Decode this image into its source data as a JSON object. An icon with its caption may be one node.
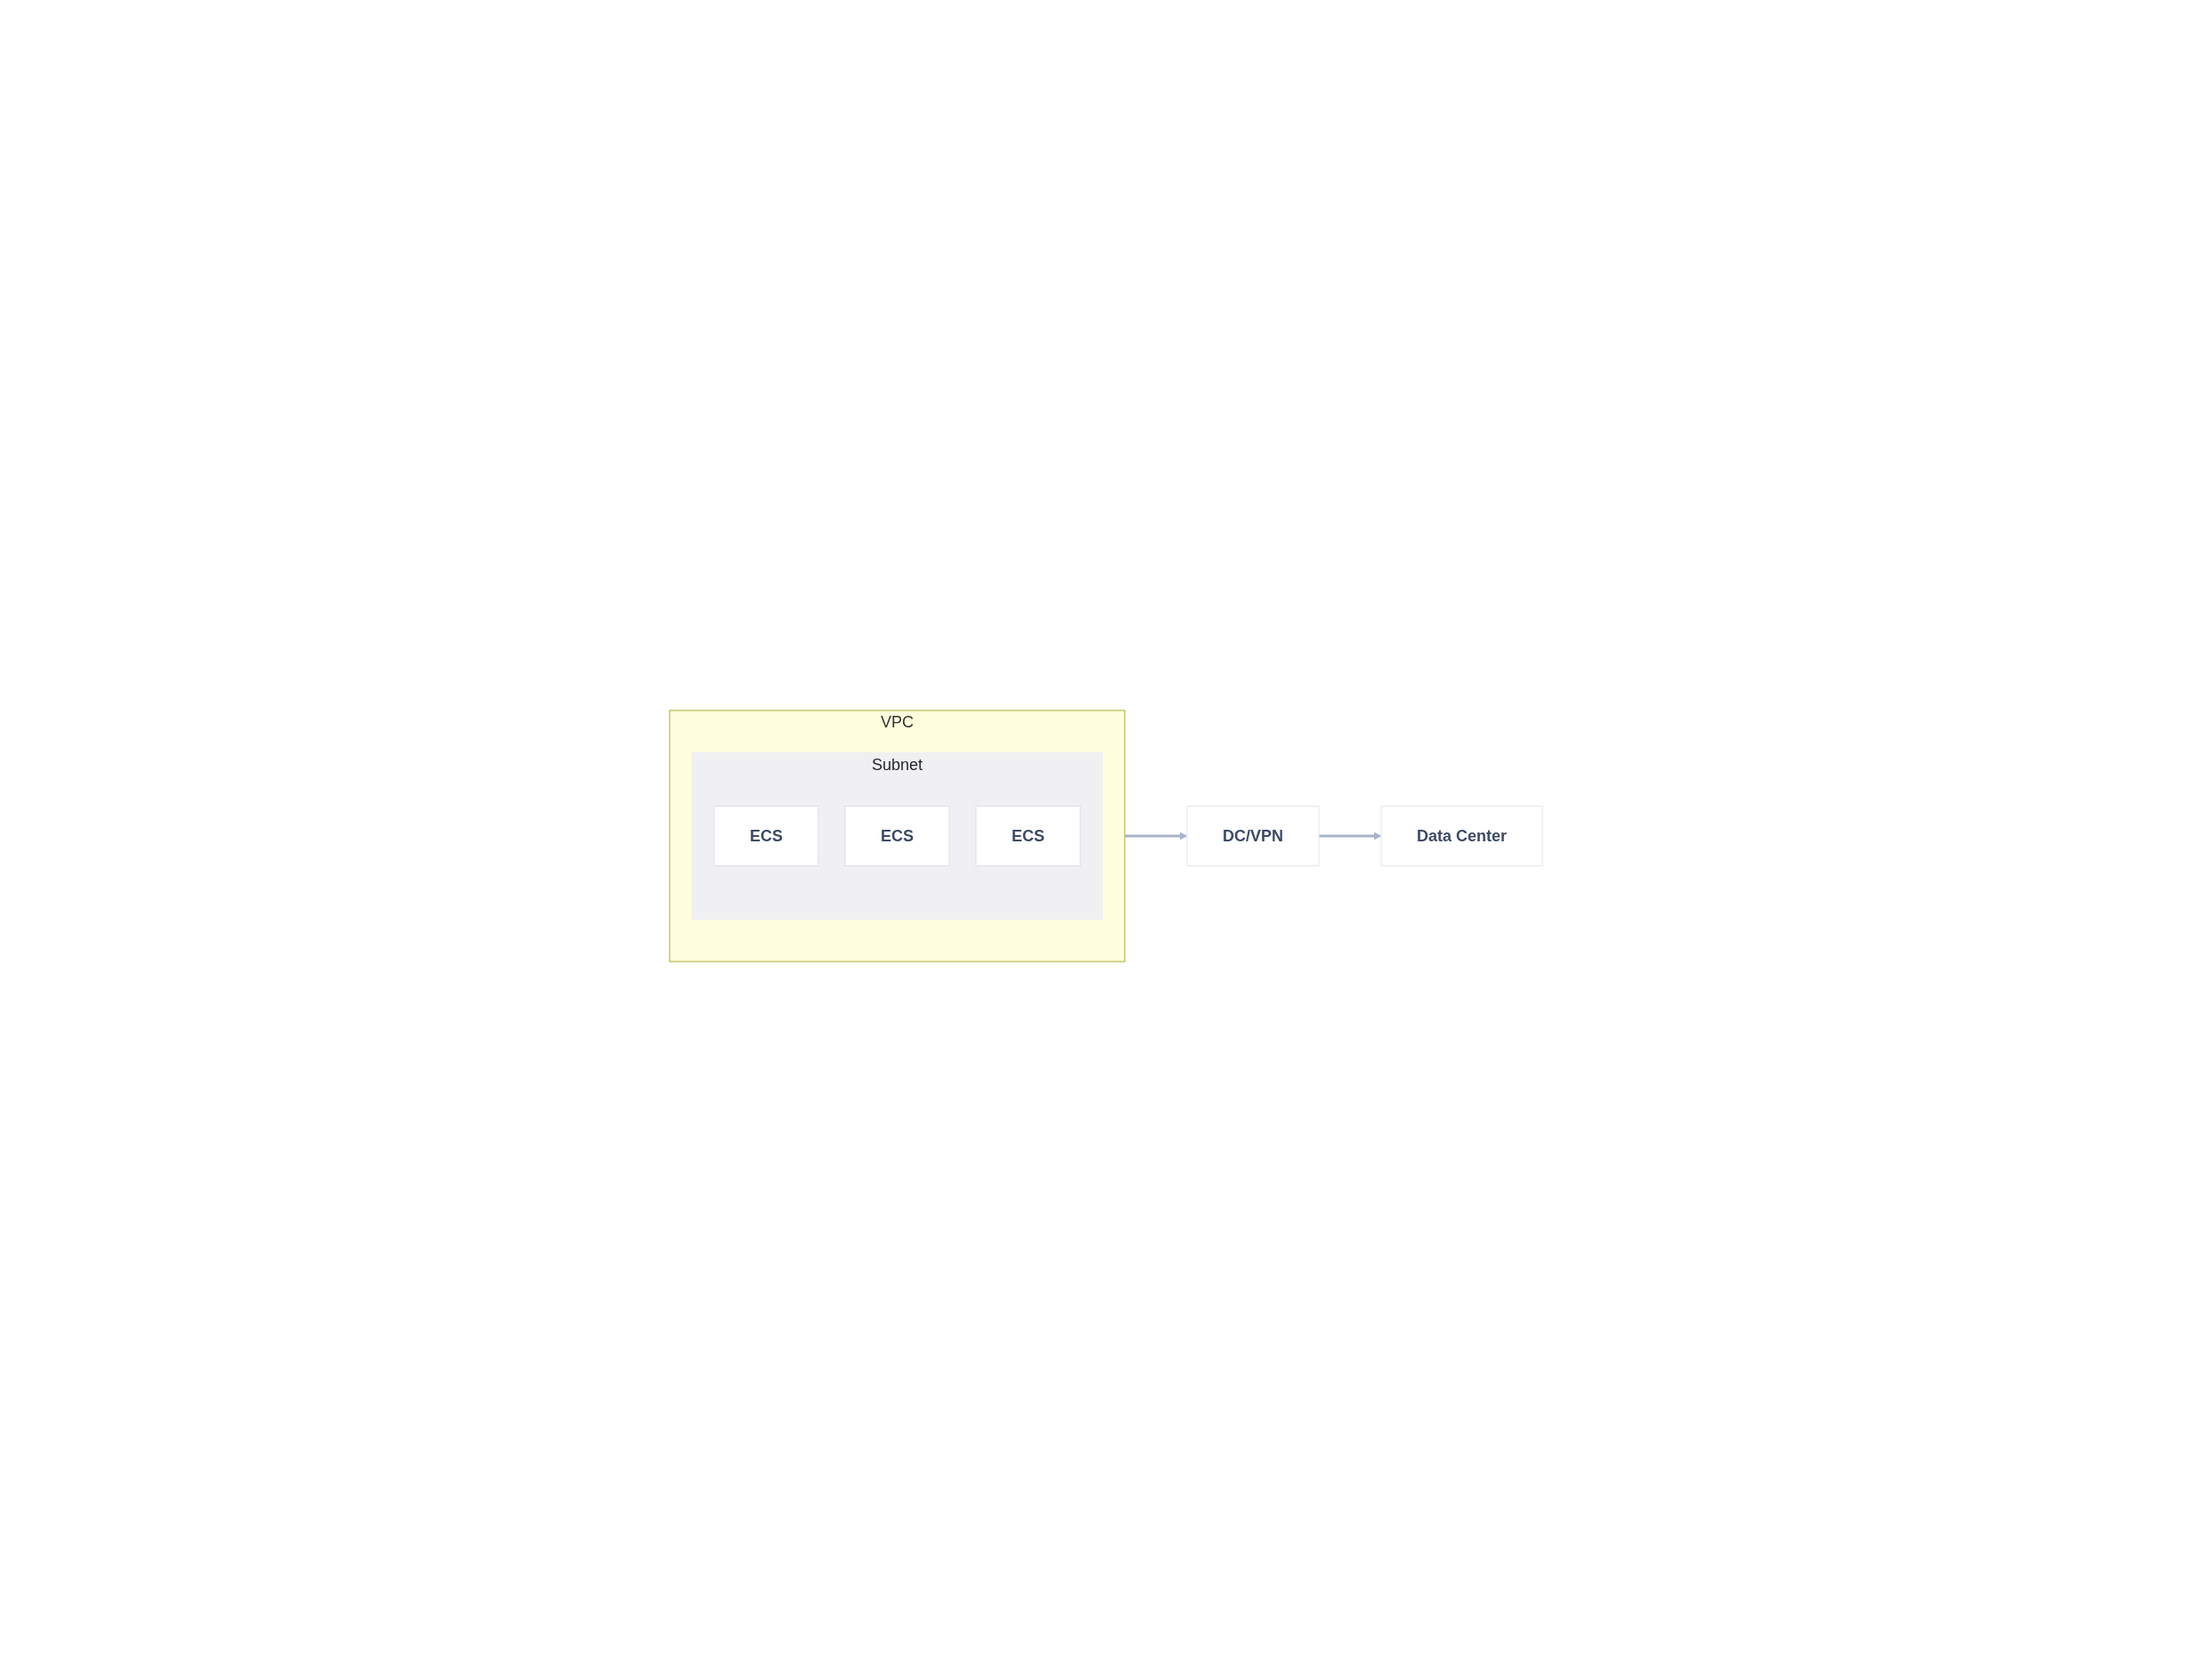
{
  "diagram": {
    "nodes": [
      {
        "text": [
          "VPC"
        ]
      },
      {
        "text": [
          "Subnet"
        ],
        "in": 0
      },
      {
        "text": [
          "ECS"
        ],
        "in": 1
      },
      {
        "text": [
          "ECS"
        ],
        "in": 1
      },
      {
        "text": [
          "ECS"
        ],
        "in": 1
      },
      {
        "text": [
          "DC/VPN"
        ]
      },
      {
        "text": [
          "Data Center"
        ]
      }
    ],
    "edges": [
      {
        "from": 0,
        "to": 5,
        "arrow": "to"
      },
      {
        "from": 5,
        "to": 6,
        "arrow": "to"
      }
    ]
  }
}
